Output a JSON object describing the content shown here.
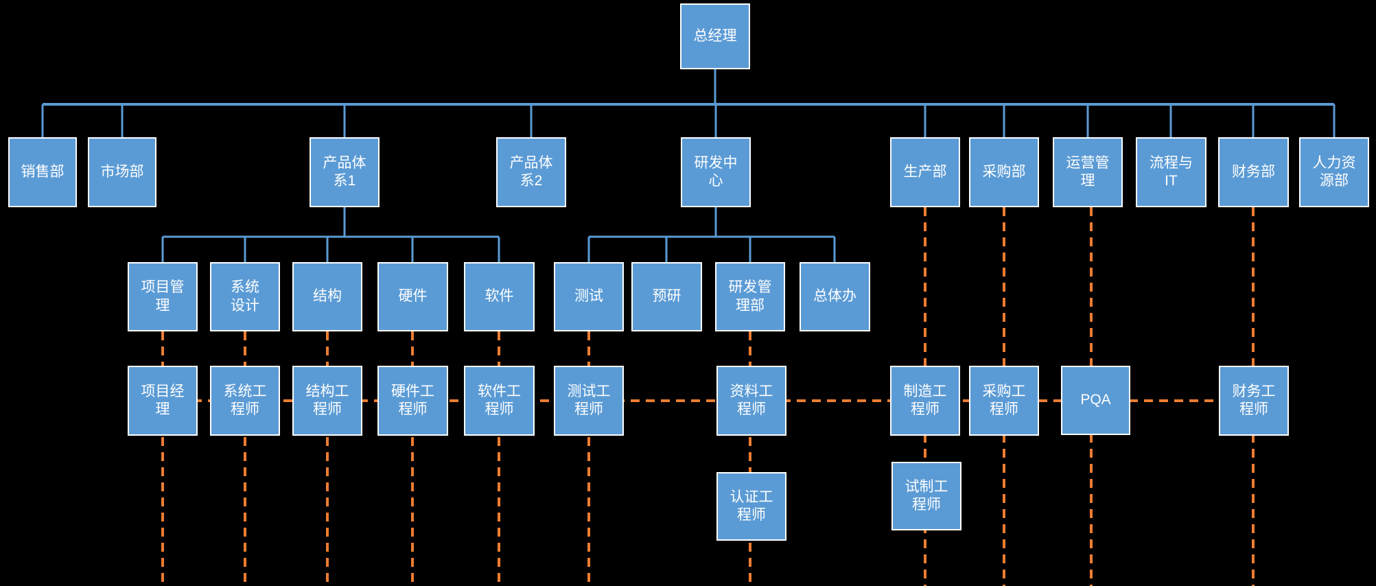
{
  "colors": {
    "node_fill": "#5B9BD5",
    "node_border": "#FFFFFF",
    "node_text": "#FFFFFF",
    "solid_connector": "#5B9BD5",
    "dashed_connector": "#ED7D31",
    "background": "#000000"
  },
  "nodes": {
    "gm": {
      "label": "总经理"
    },
    "sales": {
      "label": "销售部"
    },
    "marketing": {
      "label": "市场部"
    },
    "product_system_1": {
      "label": "产品体\n系1"
    },
    "product_system_2": {
      "label": "产品体\n系2"
    },
    "rnd_center": {
      "label": "研发中\n心"
    },
    "production": {
      "label": "生产部"
    },
    "procurement": {
      "label": "采购部"
    },
    "operations_mgmt": {
      "label": "运营管\n理"
    },
    "process_it": {
      "label": "流程与\nIT"
    },
    "finance": {
      "label": "财务部"
    },
    "hr": {
      "label": "人力资\n源部"
    },
    "project_mgmt": {
      "label": "项目管\n理"
    },
    "system_design": {
      "label": "系统\n设计"
    },
    "structure": {
      "label": "结构"
    },
    "hardware": {
      "label": "硬件"
    },
    "software": {
      "label": "软件"
    },
    "testing": {
      "label": "测试"
    },
    "pre_research": {
      "label": "预研"
    },
    "rnd_mgmt": {
      "label": "研发管\n理部"
    },
    "general_office": {
      "label": "总体办"
    },
    "project_manager": {
      "label": "项目经\n理"
    },
    "system_engineer": {
      "label": "系统工\n程师"
    },
    "structure_engineer": {
      "label": "结构工\n程师"
    },
    "hardware_engineer": {
      "label": "硬件工\n程师"
    },
    "software_engineer": {
      "label": "软件工\n程师"
    },
    "test_engineer": {
      "label": "测试工\n程师"
    },
    "doc_engineer": {
      "label": "资料工\n程师"
    },
    "manufacturing_engineer": {
      "label": "制造工\n程师"
    },
    "procurement_engineer": {
      "label": "采购工\n程师"
    },
    "pqa": {
      "label": "PQA"
    },
    "finance_engineer": {
      "label": "财务工\n程师"
    },
    "certification_engineer": {
      "label": "认证工\n程师"
    },
    "trial_engineer": {
      "label": "试制工\n程师"
    }
  },
  "structure": {
    "root": "gm",
    "children_of_gm": [
      "sales",
      "marketing",
      "product_system_1",
      "product_system_2",
      "rnd_center",
      "production",
      "procurement",
      "operations_mgmt",
      "process_it",
      "finance",
      "hr"
    ],
    "children_of_product_system_1": [
      "project_mgmt",
      "system_design",
      "structure",
      "hardware",
      "software"
    ],
    "children_of_rnd_center": [
      "testing",
      "pre_research",
      "rnd_mgmt",
      "general_office"
    ],
    "dashed_role_columns": [
      [
        "project_mgmt",
        "project_manager"
      ],
      [
        "system_design",
        "system_engineer"
      ],
      [
        "structure",
        "structure_engineer"
      ],
      [
        "hardware",
        "hardware_engineer"
      ],
      [
        "software",
        "software_engineer"
      ],
      [
        "testing",
        "test_engineer"
      ],
      [
        "rnd_mgmt",
        "doc_engineer",
        "certification_engineer"
      ],
      [
        "production",
        "manufacturing_engineer",
        "trial_engineer"
      ],
      [
        "procurement",
        "procurement_engineer"
      ],
      [
        "operations_mgmt",
        "pqa"
      ],
      [
        "finance",
        "finance_engineer"
      ]
    ]
  }
}
